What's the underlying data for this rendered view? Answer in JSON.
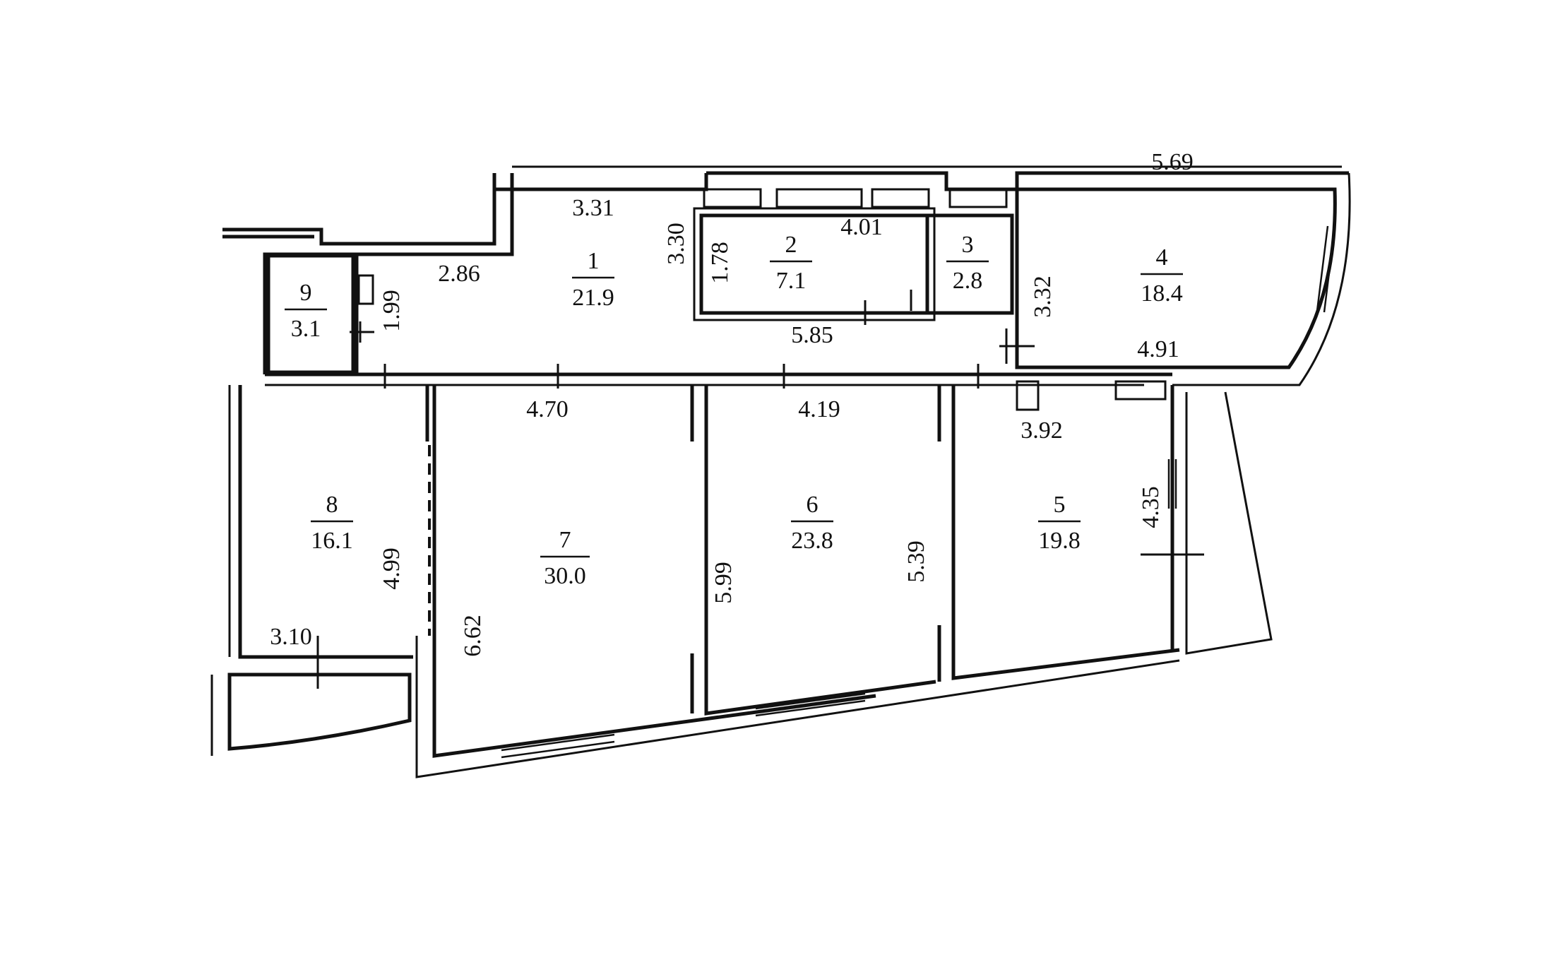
{
  "rooms": [
    {
      "number": "1",
      "area": "21.9"
    },
    {
      "number": "2",
      "area": "7.1"
    },
    {
      "number": "3",
      "area": "2.8"
    },
    {
      "number": "4",
      "area": "18.4"
    },
    {
      "number": "5",
      "area": "19.8"
    },
    {
      "number": "6",
      "area": "23.8"
    },
    {
      "number": "7",
      "area": "30.0"
    },
    {
      "number": "8",
      "area": "16.1"
    },
    {
      "number": "9",
      "area": "3.1"
    }
  ],
  "dimensions": [
    "3.31",
    "3.30",
    "2.86",
    "1.99",
    "1.78",
    "4.01",
    "5.85",
    "3.32",
    "4.91",
    "4.70",
    "4.19",
    "3.92",
    "4.35",
    "4.99",
    "6.62",
    "5.99",
    "5.39",
    "3.10",
    "5.69"
  ]
}
